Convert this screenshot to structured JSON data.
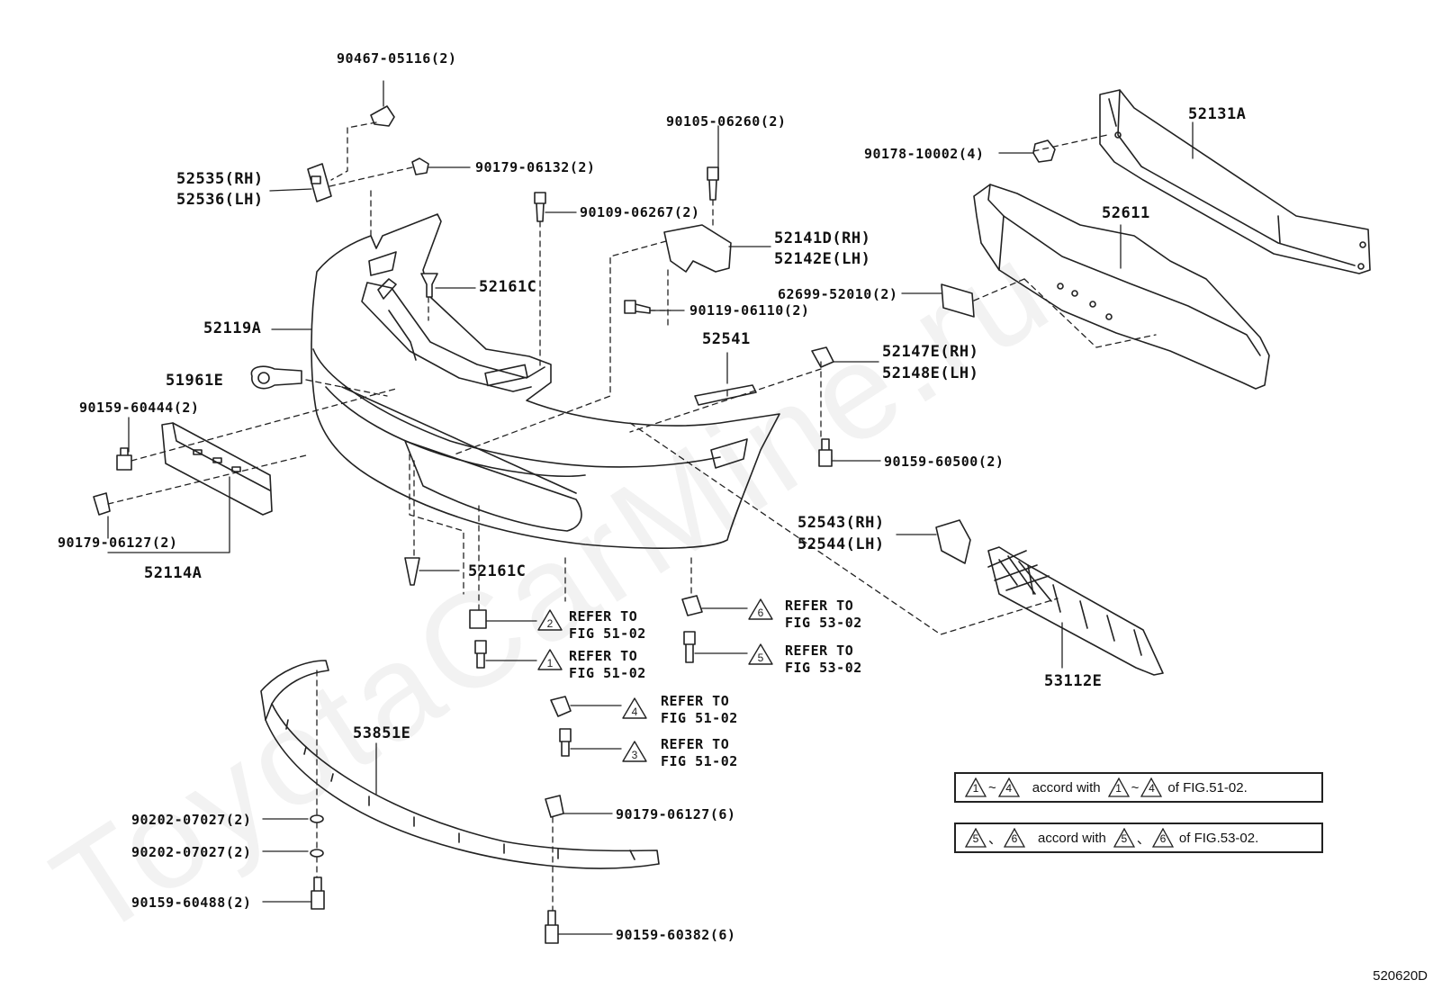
{
  "labels": {
    "p90467": "90467-05116(2)",
    "p52535": "52535(RH)",
    "p52536": "52536(LH)",
    "p90179a": "90179-06132(2)",
    "p90109": "90109-06267(2)",
    "p52161c_top": "52161C",
    "p52119a": "52119A",
    "p51961e": "51961E",
    "p90159_444": "90159-60444(2)",
    "p90179b": "90179-06127(2)",
    "p52114a": "52114A",
    "p90105": "90105-06260(2)",
    "p52141d": "52141D(RH)",
    "p52142e": "52142E(LH)",
    "p90119": "90119-06110(2)",
    "p52541": "52541",
    "p52147e": "52147E(RH)",
    "p52148e": "52148E(LH)",
    "p90159_500": "90159-60500(2)",
    "p90178": "90178-10002(4)",
    "p52131a": "52131A",
    "p52611": "52611",
    "p62699": "62699-52010(2)",
    "p52543": "52543(RH)",
    "p52544": "52544(LH)",
    "p53112e": "53112E",
    "p52161c_bot": "52161C",
    "p53851e": "53851E",
    "p90202a": "90202-07027(2)",
    "p90202b": "90202-07027(2)",
    "p90159_488": "90159-60488(2)",
    "p90179c": "90179-06127(6)",
    "p90159_382": "90159-60382(6)"
  },
  "refers": [
    {
      "num": "2",
      "line1": "REFER TO",
      "line2": "FIG 51-02"
    },
    {
      "num": "1",
      "line1": "REFER TO",
      "line2": "FIG 51-02"
    },
    {
      "num": "4",
      "line1": "REFER TO",
      "line2": "FIG 51-02"
    },
    {
      "num": "3",
      "line1": "REFER TO",
      "line2": "FIG 51-02"
    },
    {
      "num": "6",
      "line1": "REFER TO",
      "line2": "FIG 53-02"
    },
    {
      "num": "5",
      "line1": "REFER TO",
      "line2": "FIG 53-02"
    }
  ],
  "notes": [
    {
      "a": "1",
      "sep": "~",
      "b": "4",
      "text": "accord with",
      "c": "1",
      "sep2": "~",
      "d": "4",
      "tail": "of FIG.51-02."
    },
    {
      "a": "5",
      "sep": "、",
      "b": "6",
      "text": "accord with",
      "c": "5",
      "sep2": "、",
      "d": "6",
      "tail": "of FIG.53-02."
    }
  ],
  "watermark": "ToyotaCarMine.ru",
  "diagram_code": "520620D"
}
